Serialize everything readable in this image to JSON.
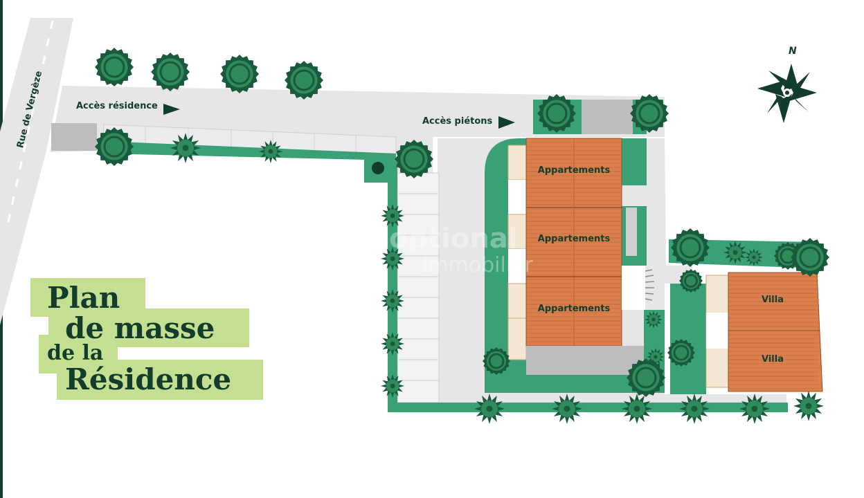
{
  "title": {
    "lines": [
      "Plan",
      "de masse",
      "de la",
      "Résidence"
    ]
  },
  "street": {
    "name": "Rue de Vergèze"
  },
  "access": {
    "residence": "Accès résidence",
    "pedestrians": "Accès piétons"
  },
  "buildings": {
    "apartments": [
      "Appartements",
      "Appartements",
      "Appartements"
    ],
    "villas": [
      "Villa",
      "Villa"
    ]
  },
  "compass": {
    "north_label": "N"
  },
  "watermark": {
    "line1": "optional",
    "line2": "immobilier"
  },
  "colors": {
    "dark_green": "#123c2b",
    "lawn_green": "#3aa177",
    "paving_grey": "#e6e6e6",
    "parking_grey": "#bdbdbd",
    "roof_orange": "#d9804d",
    "title_highlight": "#c5df92",
    "tree_dark": "#1a5a3c",
    "tree_mid": "#2f8a5c"
  }
}
